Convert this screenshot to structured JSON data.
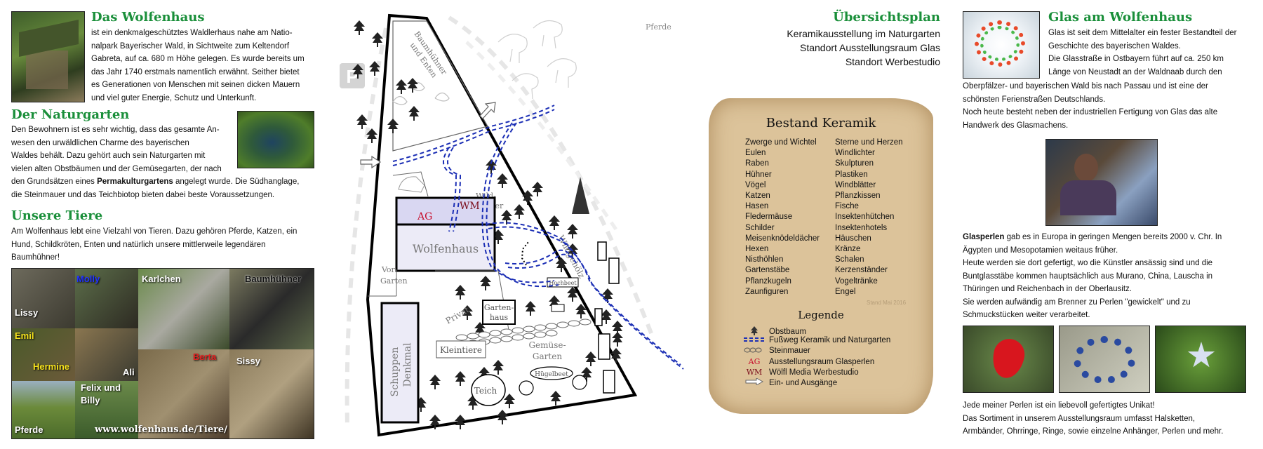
{
  "left": {
    "wolfenhaus": {
      "title": "Das Wolfenhaus",
      "lines": [
        "ist ein denkmalgeschütztes Waldlerhaus nahe am Natio-",
        "nalpark Bayerischer Wald, in Sichtweite zum Keltendorf",
        "Gabreta, auf ca. 680 m Höhe gelegen. Es wurde bereits um",
        "das Jahr 1740 erstmals namentlich erwähnt. Seither bietet",
        "es Generationen von Menschen mit seinen dicken Mauern",
        "und viel guter Energie, Schutz und Unterkunft."
      ]
    },
    "naturgarten": {
      "title": "Der Naturgarten",
      "lines": [
        "Den Bewohnern ist es sehr wichtig, dass das gesamte An-",
        "wesen den urwäldlichen Charme des bayerischen",
        "Waldes behält. Dazu gehört auch sein Naturgarten mit",
        "vielen alten Obstbäumen und der Gemüsegarten, der nach"
      ],
      "line5_pre": "den Grundsätzen eines ",
      "line5_bold": "Permakulturgartens",
      "line5_post": " angelegt wurde. Die Südhanglage,",
      "line6": "die Steinmauer und das Teichbiotop bieten dabei beste Voraussetzungen."
    },
    "tiere": {
      "title": "Unsere Tiere",
      "lines": [
        "Am Wolfenhaus lebt eine Vielzahl von Tieren. Dazu gehören Pferde, Katzen, ein",
        "Hund, Schildkröten, Enten und natürlich unsere mittlerweile legendären",
        "Baumhühner!"
      ]
    },
    "animals": {
      "molly": "Molly",
      "karlchen": "Karlchen",
      "baumhuehner": "Baumhühner",
      "lissy": "Lissy",
      "emil": "Emil",
      "hermine": "Hermine",
      "ali": "Ali",
      "berta": "Berta",
      "sissy": "Sissy",
      "felix": "Felix und",
      "billy": "Billy",
      "pferde": "Pferde",
      "url": "www.wolfenhaus.de/Tiere/"
    }
  },
  "map": {
    "parking": "P",
    "labels": {
      "baumhuehner": "Baumhühner",
      "und_enten": "und Enten",
      "pferde": "Pferde",
      "wild": "Wild-",
      "kraeuter": "Kräuter",
      "wildgehoelz": "Wildgehölz",
      "ag": "AG",
      "wm": "WM",
      "wolfenhaus": "Wolfenhaus",
      "vor": "Vor-",
      "garten": "Garten",
      "privat": "Privat",
      "garten1": "Garten-",
      "haus": "haus",
      "hochbeet": "Hochbeet",
      "schuppen": "Schuppen",
      "denkmal": "Denkmal",
      "kleintiere": "Kleintiere",
      "gemuese": "Gemüse-",
      "gemuese2": "Garten",
      "teich": "Teich",
      "huegelbeet": "Hügelbeet"
    }
  },
  "overview": {
    "title": "Übersichtsplan",
    "lines": [
      "Keramikausstellung im Naturgarten",
      "Standort Ausstellungsraum Glas",
      "Standort Werbestudio"
    ]
  },
  "keramik": {
    "title": "Bestand Keramik",
    "col1": [
      "Zwerge und Wichtel",
      "Eulen",
      "Raben",
      "Hühner",
      "Vögel",
      "Katzen",
      "Hasen",
      "Fledermäuse",
      "Schilder",
      "Meisenknödeldächer",
      "Hexen",
      "Nisthöhlen",
      "Gartenstäbe",
      "Pflanzkugeln",
      "Zaunfiguren"
    ],
    "col2": [
      "Sterne und Herzen",
      "Windlichter",
      "Skulpturen",
      "Plastiken",
      "Windblätter",
      "Pflanzkissen",
      "Fische",
      "Insektenhütchen",
      "Insektenhotels",
      "Häuschen",
      "Kränze",
      "Schalen",
      "Kerzenständer",
      "Vogeltränke",
      "Engel"
    ],
    "stand": "Stand Mai 2016",
    "legend_title": "Legende",
    "legend": [
      {
        "sym": "🌳",
        "text": "Obstbaum"
      },
      {
        "sym": "",
        "text": "Fußweg Keramik und Naturgarten"
      },
      {
        "sym": "",
        "text": "Steinmauer"
      },
      {
        "sym": "AG",
        "text": "Ausstellungsraum Glasperlen"
      },
      {
        "sym": "WM",
        "text": "Wölfl Media Werbestudio"
      },
      {
        "sym": "",
        "text": "Ein- und Ausgänge"
      }
    ],
    "colors": {
      "path": "#1c2fb5",
      "ag": "#c8102e"
    }
  },
  "glas": {
    "title": "Glas am Wolfenhaus",
    "intro_lines": [
      "Glas ist seit dem Mittelalter ein fester Bestandteil der",
      "Geschichte des bayerischen Waldes.",
      "Die Glasstraße in Ostbayern führt auf ca. 250 km",
      "Länge von Neustadt an der Waldnaab durch den"
    ],
    "full_lines": [
      "Oberpfälzer- und bayerischen Wald bis nach Passau und ist eine der",
      "schönsten Ferienstraßen Deutschlands.",
      "Noch heute besteht neben der industriellen Fertigung von Glas das alte",
      "Handwerk des Glasmachens."
    ],
    "perlen_bold": "Glasperlen",
    "perlen_rest": " gab es in Europa in geringen Mengen bereits 2000 v. Chr. In",
    "perlen_lines": [
      "Ägypten und Mesopotamien weitaus früher.",
      "Heute werden sie dort gefertigt, wo die Künstler ansässig sind und die",
      "Buntglasstäbe kommen hauptsächlich aus Murano, China, Lauscha in",
      "Thüringen und Reichenbach in der Oberlausitz.",
      "Sie werden aufwändig am Brenner zu Perlen \"gewickelt\" und zu",
      "Schmuckstücken weiter verarbeitet."
    ],
    "closing_lines": [
      "Jede meiner Perlen ist ein liebevoll gefertigtes Unikat!",
      "Das Sortiment in unserem Ausstellungsraum umfasst Halsketten,",
      "Armbänder, Ohrringe, Ringe, sowie einzelne Anhänger, Perlen und mehr."
    ]
  }
}
